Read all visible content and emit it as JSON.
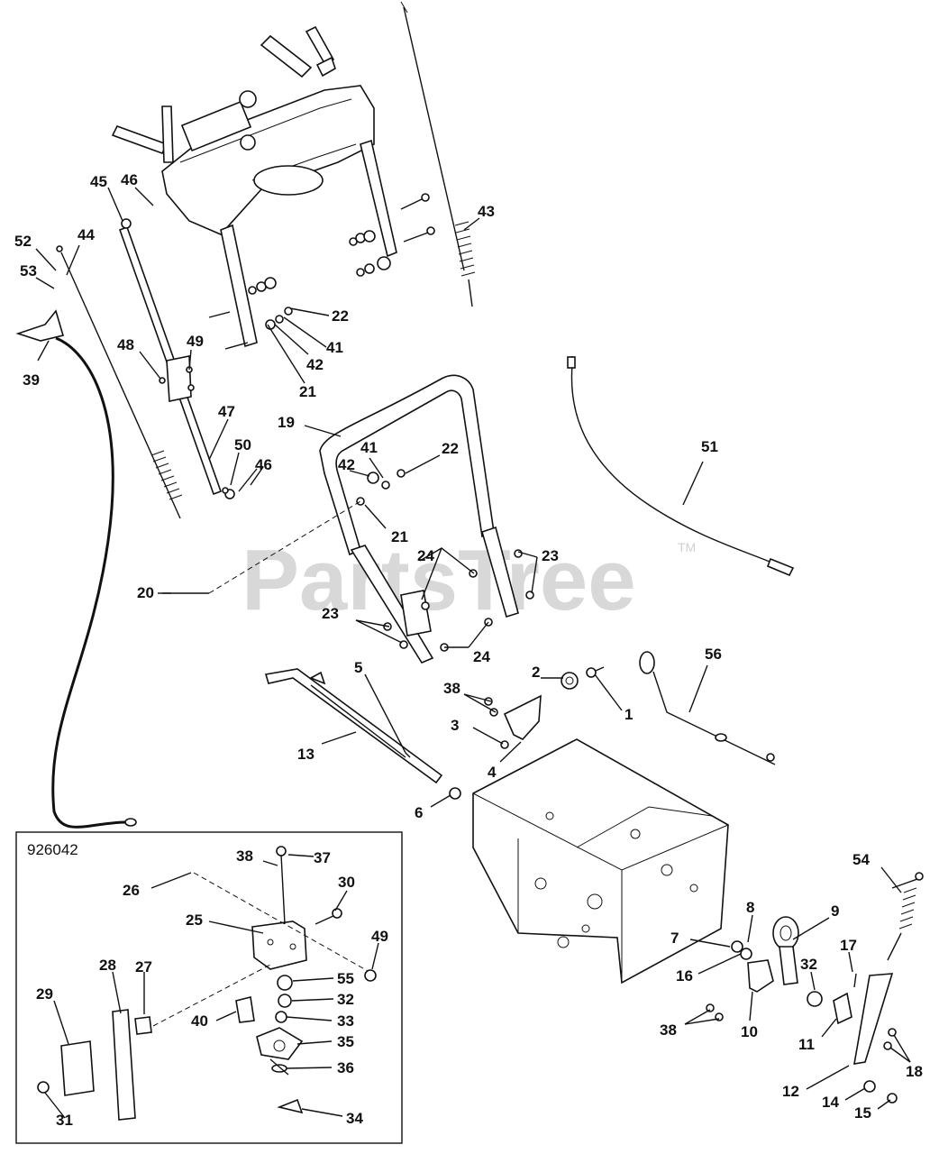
{
  "watermark": "PartsTree",
  "trademark": "TM",
  "inset": {
    "code": "926042"
  },
  "callouts": [
    "45",
    "46",
    "52",
    "44",
    "53",
    "39",
    "43",
    "22",
    "41",
    "42",
    "21",
    "48",
    "49",
    "47",
    "50",
    "46",
    "19",
    "41",
    "42",
    "22",
    "21",
    "20",
    "51",
    "24",
    "23",
    "23",
    "24",
    "5",
    "38",
    "2",
    "1",
    "3",
    "4",
    "13",
    "56",
    "6",
    "38",
    "37",
    "26",
    "30",
    "25",
    "49",
    "28",
    "27",
    "29",
    "55",
    "32",
    "33",
    "40",
    "35",
    "36",
    "31",
    "34",
    "54",
    "9",
    "8",
    "7",
    "17",
    "16",
    "32",
    "10",
    "11",
    "38",
    "18",
    "12",
    "14",
    "15"
  ]
}
